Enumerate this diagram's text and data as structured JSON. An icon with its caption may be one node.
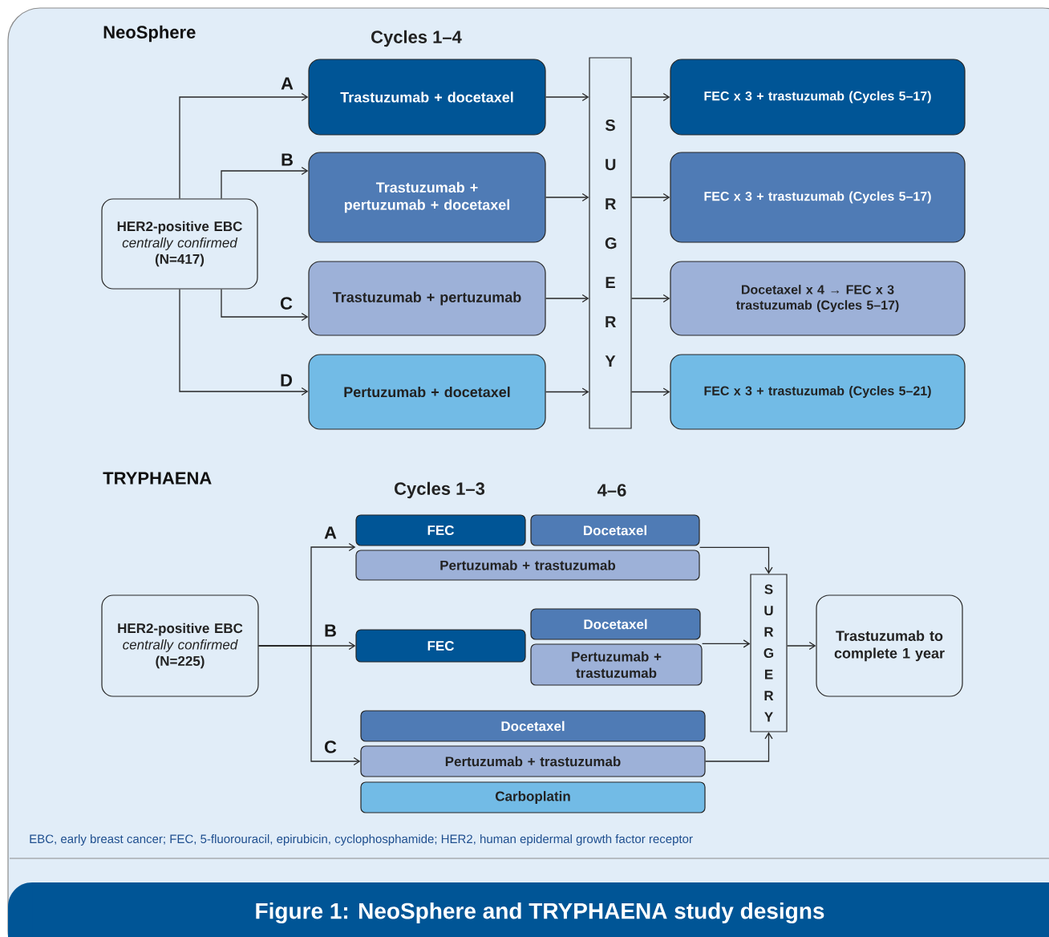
{
  "diagram": {
    "caption": "Figure 1: NeoSphere and TRYPHAENA study designs",
    "nodes": [
      {
        "text": [
          "HER2-positive EBC",
          "centrally confirmed",
          "(N=417)"
        ]
      },
      {
        "text": [
          "Trastuzumab + docetaxel"
        ]
      },
      {
        "text": [
          "Trastuzumab + pertuzumab + docetaxel"
        ]
      },
      {
        "text": [
          "Trastuzumab + pertuzumab"
        ]
      },
      {
        "text": [
          "Pertuzumab + docetaxel"
        ]
      },
      {
        "text": [
          "S U R G E R Y"
        ]
      },
      {
        "text": [
          "FEC x 3 + trastuzumab (Cycles 5–17)"
        ]
      },
      {
        "text": [
          "FEC x 3 + trastuzumab (Cycles 5–17)"
        ]
      },
      {
        "text": [
          "Docetaxel x 4 → FEC x 3 trastuzumab (Cycles 5–17)"
        ]
      },
      {
        "text": [
          "FEC x 3 + trastuzumab (Cycles 5–21)"
        ]
      },
      {
        "text": [
          "HER2-positive EBC",
          "centrally confirmed",
          "(N=225)"
        ]
      },
      {
        "text": [
          "FEC"
        ]
      },
      {
        "text": [
          "Docetaxel"
        ]
      },
      {
        "text": [
          "Pertuzumab + trastuzumab"
        ]
      },
      {
        "text": [
          "FEC"
        ]
      },
      {
        "text": [
          "Docetaxel"
        ]
      },
      {
        "text": [
          "Pertuzumab + trastuzumab"
        ]
      },
      {
        "text": [
          "Docetaxel"
        ]
      },
      {
        "text": [
          "Pertuzumab + trastuzumab"
        ]
      },
      {
        "text": [
          "Carboplatin"
        ]
      },
      {
        "text": [
          "S U R G E R Y"
        ]
      },
      {
        "text": [
          "Trastuzumab to complete 1 year"
        ]
      }
    ],
    "edges": [
      {
        "from": 0,
        "to": 1,
        "arrow": "to",
        "label": "A"
      },
      {
        "from": 0,
        "to": 2,
        "arrow": "to",
        "label": "B"
      },
      {
        "from": 0,
        "to": 3,
        "arrow": "to",
        "label": "C"
      },
      {
        "from": 0,
        "to": 4,
        "arrow": "to",
        "label": "D"
      },
      {
        "from": 1,
        "to": 5,
        "arrow": "to"
      },
      {
        "from": 2,
        "to": 5,
        "arrow": "to"
      },
      {
        "from": 3,
        "to": 5,
        "arrow": "to"
      },
      {
        "from": 4,
        "to": 5,
        "arrow": "to"
      },
      {
        "from": 5,
        "to": 6,
        "arrow": "to"
      },
      {
        "from": 5,
        "to": 7,
        "arrow": "to"
      },
      {
        "from": 5,
        "to": 8,
        "arrow": "to"
      },
      {
        "from": 5,
        "to": 9,
        "arrow": "to"
      },
      {
        "from": 10,
        "to": 13,
        "arrow": "to",
        "label": "A"
      },
      {
        "from": 10,
        "to": 14,
        "arrow": "to",
        "label": "B"
      },
      {
        "from": 10,
        "to": 18,
        "arrow": "to",
        "label": "C"
      },
      {
        "from": 13,
        "to": 20,
        "arrow": "to"
      },
      {
        "from": 16,
        "to": 20,
        "arrow": "to"
      },
      {
        "from": 18,
        "to": 20,
        "arrow": "to"
      },
      {
        "from": 20,
        "to": 21,
        "arrow": "to"
      }
    ],
    "labels": [
      "NeoSphere",
      "Cycles 1–4",
      "TRYPHAENA",
      "Cycles 1–3",
      "4–6",
      "EBC, early breast cancer; FEC, 5-fluorouracil, epirubicin, cyclophosphamide; HER2, human epidermal growth factor receptor"
    ]
  }
}
